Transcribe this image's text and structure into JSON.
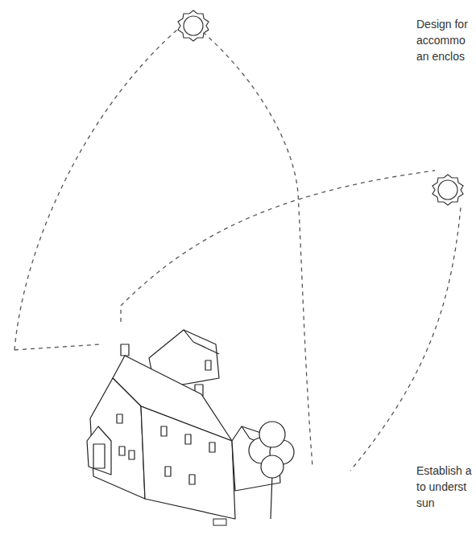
{
  "diagram": {
    "labels": [
      "Design for",
      "accommo",
      "an enclos",
      "Establish a",
      "to underst",
      "sun"
    ]
  }
}
